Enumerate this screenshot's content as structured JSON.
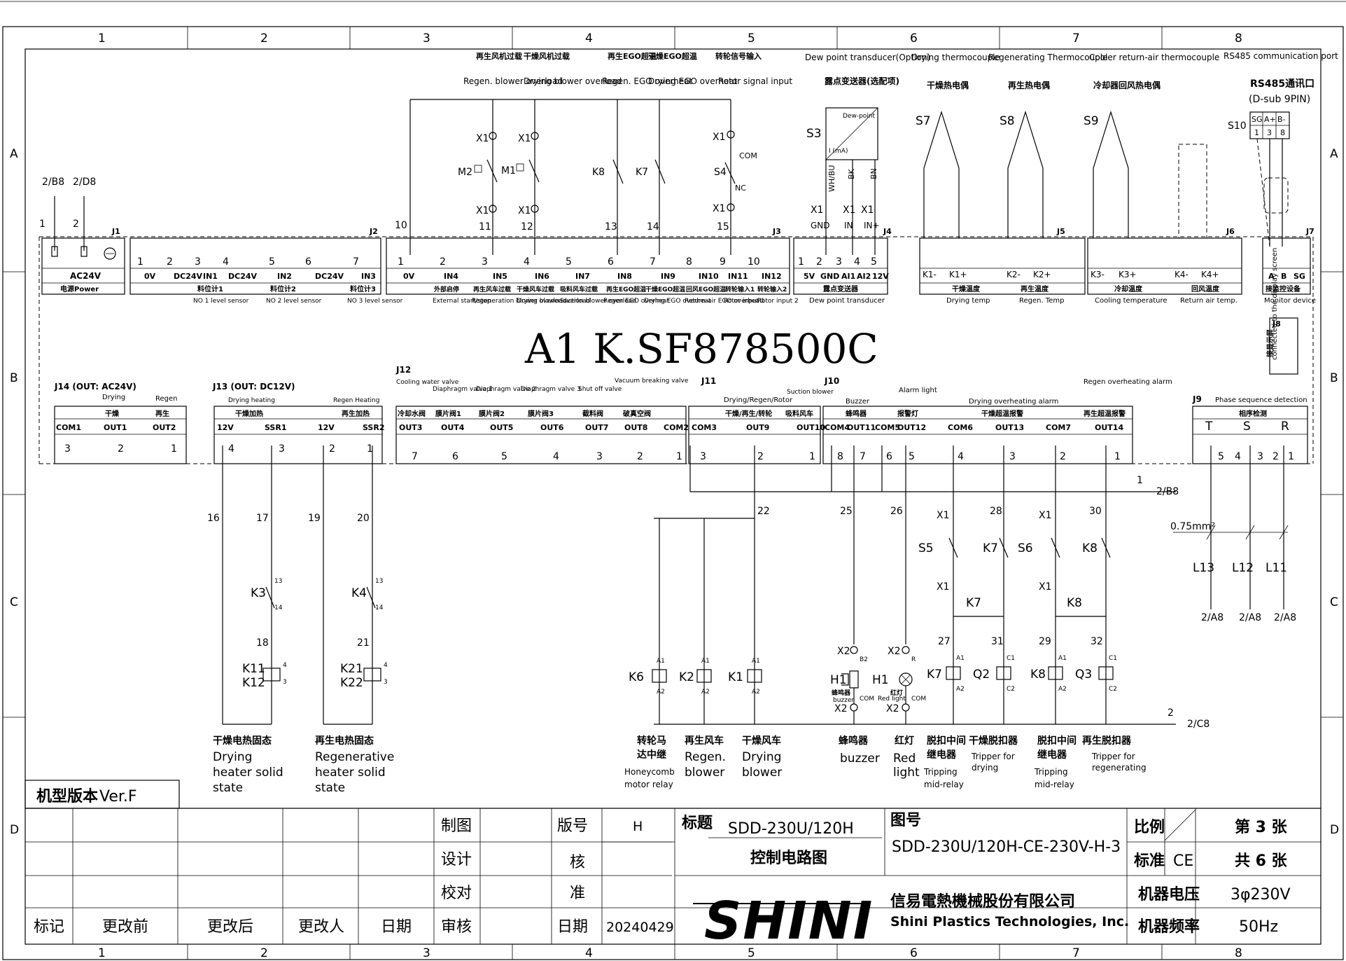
{
  "model_code": "A1 K.SF878500C",
  "grid": {
    "columns": [
      "1",
      "2",
      "3",
      "4",
      "5",
      "6",
      "7",
      "8"
    ],
    "rows": [
      "A",
      "B",
      "C",
      "D"
    ]
  },
  "power": {
    "refs": [
      "2/B8",
      "2/D8"
    ],
    "pins": [
      "1",
      "2"
    ],
    "label": "AC24V",
    "caption": "电源Power"
  },
  "j2_pins": [
    {
      "n": "1",
      "label": "0V"
    },
    {
      "n": "2",
      "label": "DC24V"
    },
    {
      "n": "3",
      "label": "IN1"
    },
    {
      "n": "4",
      "label": "DC24V"
    },
    {
      "n": "5",
      "label": "IN2"
    },
    {
      "n": "6",
      "label": "DC24V"
    },
    {
      "n": "7",
      "label": "IN3"
    }
  ],
  "j2_groups": [
    {
      "cn": "料位计1",
      "en": "NO 1 level sensor"
    },
    {
      "cn": "料位计2",
      "en": "NO 2 level sensor"
    },
    {
      "cn": "料位计3",
      "en": "NO 3 level sensor"
    }
  ],
  "j3_pins": [
    {
      "n": "1",
      "label": "0V"
    },
    {
      "n": "2",
      "label": "IN4"
    },
    {
      "n": "3",
      "label": "IN5"
    },
    {
      "n": "4",
      "label": "IN6"
    },
    {
      "n": "5",
      "label": "IN7"
    },
    {
      "n": "6",
      "label": "IN8"
    },
    {
      "n": "7",
      "label": "IN9"
    },
    {
      "n": "8",
      "label": "IN10"
    },
    {
      "n": "9",
      "label": "IN11"
    },
    {
      "n": "10",
      "label": "IN12"
    }
  ],
  "j3_groups": [
    {
      "cn": "外部启停",
      "en": "External start/stop"
    },
    {
      "cn": "再生风车过载",
      "en": "Regeneration blower overload"
    },
    {
      "cn": "干燥风车过载",
      "en": "Drying blower overload"
    },
    {
      "cn": "吸料风车过载",
      "en": "Suction blower overload"
    },
    {
      "cn": "再生EGO超温",
      "en": "Regen EGO overheat"
    },
    {
      "cn": "干燥EGO超温",
      "en": "Drying EGO overheat"
    },
    {
      "cn": "回风EGO超温",
      "en": "Return-air EGO overheat"
    },
    {
      "cn": "转轮输入1",
      "en": "Rotor input 1"
    },
    {
      "cn": "转轮输入2",
      "en": "Rotor input 2"
    }
  ],
  "top_inputs": [
    {
      "cn": "再生风机过载",
      "en": "Regen. blower overload",
      "dev": "M2",
      "wire": "11"
    },
    {
      "cn": "干燥风机过载",
      "en": "Drying blower overload",
      "dev": "M1",
      "wire": "12"
    },
    {
      "cn": "再生EGO超温",
      "en": "Regen. EGO overheat",
      "dev": "K8",
      "wire": "13"
    },
    {
      "cn": "干燥EGO超温",
      "en": "Drying EGO overheat",
      "dev": "K7",
      "wire": "14"
    },
    {
      "cn": "转轮信号输入",
      "en": "Rotor signal input",
      "dev": "S4",
      "wire": "15"
    }
  ],
  "dew": {
    "en": "Dew point transducer(Option)",
    "cn": "露点变送器(选配项)",
    "dev": "S3",
    "box_title": "Dew-point",
    "box_sub": "I (mA)",
    "pins": [
      {
        "n": "1",
        "label": "5V"
      },
      {
        "n": "2",
        "label": "GND"
      },
      {
        "n": "3",
        "label": "AI1"
      },
      {
        "n": "4",
        "label": "AI2"
      },
      {
        "n": "5",
        "label": "12V"
      }
    ],
    "wires": [
      "WH/BU",
      "BK",
      "BN"
    ],
    "terms": [
      "GND",
      "IN",
      "IN+"
    ],
    "cap_cn": "露点变送器",
    "cap_en": "Dew point transducer"
  },
  "thermo": [
    {
      "en": "Drying thermocouple",
      "cn": "干燥热电偶",
      "dev": "S7",
      "pins": [
        "K1-",
        "K1+"
      ],
      "cap_cn": "干燥温度",
      "cap_en": "Drying temp"
    },
    {
      "en": "Regenerating Thermocouple",
      "cn": "再生热电偶",
      "dev": "S8",
      "pins": [
        "K2-",
        "K2+"
      ],
      "cap_cn": "再生温度",
      "cap_en": "Regen. Temp"
    },
    {
      "en": "Cooler return-air thermocouple",
      "cn": "冷却器回风热电偶",
      "dev": "S9",
      "pins": [
        "K3-",
        "K3+"
      ],
      "cap_cn": "冷却温度",
      "cap_en": "Cooling temperature"
    }
  ],
  "return_air": {
    "pins": [
      "K4-",
      "K4+"
    ],
    "cap_cn": "回风温度",
    "cap_en": "Return air temp."
  },
  "rs485": {
    "en": "RS485 communication port",
    "cn": "RS485通讯口",
    "sub": "(D-sub 9PIN)",
    "dev": "S10",
    "pins": [
      "SG",
      "A+",
      "B-"
    ],
    "nums": [
      "1",
      "3",
      "8"
    ],
    "j7": [
      "A",
      "B",
      "SG"
    ],
    "cap_cn": "接监控设备",
    "cap_en": "Monitor device"
  },
  "connectors": [
    "J1",
    "J2",
    "J3",
    "J4",
    "J5",
    "J6",
    "J7",
    "J8",
    "J9",
    "J10",
    "J11",
    "J12",
    "J13",
    "J14"
  ],
  "j8": {
    "cn": "接显示屏",
    "en": "connected to the display screen"
  },
  "j14": {
    "title": "J14 (OUT: AC24V)",
    "heads": [
      {
        "en": "Drying",
        "cn": "干燥"
      },
      {
        "en": "Regen",
        "cn": "再生"
      }
    ],
    "pins": [
      {
        "label": "COM1",
        "n": "3"
      },
      {
        "label": "OUT1",
        "n": "2"
      },
      {
        "label": "OUT2",
        "n": "1"
      }
    ]
  },
  "j13": {
    "title": "J13 (OUT: DC12V)",
    "heads": [
      {
        "en": "Drying heating",
        "cn": "干燥加热"
      },
      {
        "en": "Regen Heating",
        "cn": "再生加热"
      }
    ],
    "pins": [
      {
        "label": "12V",
        "n": "4"
      },
      {
        "label": "SSR1",
        "n": "3"
      },
      {
        "label": "12V",
        "n": "2"
      },
      {
        "label": "SSR2",
        "n": "1"
      }
    ]
  },
  "j12": {
    "heads": [
      {
        "en": "Cooling water valve",
        "cn": "冷却水阀"
      },
      {
        "en": "Diaphragm valve 1",
        "cn": "膜片阀1"
      },
      {
        "en": "Diaphragm valve 2",
        "cn": "膜片阀2"
      },
      {
        "en": "Diaphragm valve 3",
        "cn": "膜片阀3"
      },
      {
        "en": "Shut off valve",
        "cn": "截料阀"
      },
      {
        "en": "Vacuum breaking valve",
        "cn": "破真空阀"
      }
    ],
    "pins": [
      {
        "label": "OUT3",
        "n": "7"
      },
      {
        "label": "OUT4",
        "n": "6"
      },
      {
        "label": "OUT5",
        "n": "5"
      },
      {
        "label": "OUT6",
        "n": "4"
      },
      {
        "label": "OUT7",
        "n": "3"
      },
      {
        "label": "OUT8",
        "n": "2"
      },
      {
        "label": "COM2",
        "n": "1"
      }
    ]
  },
  "j11": {
    "heads": [
      {
        "en": "Drying/Regen/Rotor",
        "cn": "干燥/再生/转轮"
      },
      {
        "en": "Suction blower",
        "cn": "吸料风车"
      }
    ],
    "pins": [
      {
        "label": "COM3",
        "n": "3"
      },
      {
        "label": "OUT9",
        "n": "2"
      },
      {
        "label": "OUT10",
        "n": "1"
      }
    ]
  },
  "j10": {
    "heads": [
      {
        "en": "Buzzer",
        "cn": "蜂鸣器"
      },
      {
        "en": "Alarm light",
        "cn": "报警灯"
      },
      {
        "en": "Drying overheating alarm",
        "cn": "干燥超温报警"
      },
      {
        "en": "Regen overheating alarm",
        "cn": "再生超温报警"
      }
    ],
    "pins": [
      {
        "label": "COM4",
        "n": "8"
      },
      {
        "label": "OUT11",
        "n": "7"
      },
      {
        "label": "COM5",
        "n": "6"
      },
      {
        "label": "OUT12",
        "n": "5"
      },
      {
        "label": "COM6",
        "n": "4"
      },
      {
        "label": "OUT13",
        "n": "3"
      },
      {
        "label": "COM7",
        "n": "2"
      },
      {
        "label": "OUT14",
        "n": "1"
      }
    ]
  },
  "j9": {
    "title": "Phase sequence detection",
    "cn": "相序检测",
    "heads": [
      "T",
      "S",
      "R"
    ],
    "nums": [
      "5",
      "4",
      "3",
      "2",
      "1"
    ],
    "wire": "0.75mm²",
    "lines": [
      "L13",
      "L12",
      "L11"
    ],
    "refs": [
      "2/A8",
      "2/A8",
      "2/A8"
    ]
  },
  "heater": {
    "wires": [
      "16",
      "17",
      "19",
      "20",
      "18",
      "21"
    ],
    "contacts": [
      "K3",
      "K4"
    ],
    "coils": [
      [
        "K11",
        "K12"
      ],
      [
        "K21",
        "K22"
      ]
    ],
    "contact_nums": [
      "13",
      "14"
    ],
    "coil_nums": [
      "4",
      "3"
    ]
  },
  "bus": {
    "top_ref": "2/B8",
    "top_num": "1",
    "bottom_ref": "2/C8",
    "bottom_num": "2",
    "wire_22": "22"
  },
  "relays": [
    {
      "dev": "K6",
      "cn": "转轮马达中继",
      "en": "Honeycomb motor relay"
    },
    {
      "dev": "K2",
      "cn": "再生风车",
      "en": "Regen. blower"
    },
    {
      "dev": "K1",
      "cn": "干燥风车",
      "en": "Drying blower"
    }
  ],
  "coil_terms": [
    "A1",
    "A2",
    "C1",
    "C2"
  ],
  "alarm_wires": [
    "25",
    "26",
    "28",
    "30",
    "27",
    "31",
    "29",
    "32"
  ],
  "alarms": [
    {
      "dev": "H1",
      "cn": "蜂鸣器",
      "en": "buzzer",
      "term": "B2",
      "small_cn": "蜂鸣器",
      "small_en": "buzzer"
    },
    {
      "dev": "H1",
      "cn": "红灯",
      "en": "Red light",
      "term": "R",
      "small_cn": "红灯",
      "small_en": "Red light"
    },
    {
      "dev": "K7",
      "cn": "脱扣中间继电器",
      "en": "Tripping mid-relay"
    },
    {
      "dev": "Q2",
      "cn": "干燥脱扣器",
      "en": "Tripper for drying"
    },
    {
      "dev": "K8",
      "cn": "脱扣中间继电器",
      "en": "Tripping mid-relay"
    },
    {
      "dev": "Q3",
      "cn": "再生脱扣器",
      "en": "Tripper for regenerating"
    }
  ],
  "alarm_contacts": [
    "S5",
    "K7",
    "S6",
    "K8"
  ],
  "aux_labels": [
    "X1",
    "X2",
    "COM",
    "NC"
  ],
  "titleblock": {
    "version_cn": "机型版本",
    "version": "Ver.F",
    "left_labels": [
      "标记",
      "更改前",
      "更改后",
      "更改人",
      "日期"
    ],
    "roles": [
      "制图",
      "设计",
      "校对",
      "审核"
    ],
    "rev_label": "版号",
    "rev": "H",
    "approve": "核准",
    "date_label": "日期",
    "date": "20240429",
    "title_label": "标题",
    "title": "SDD-230U/120H",
    "title_cn": "控制电路图",
    "drawing_label": "图号",
    "drawing_no": "SDD-230U/120H-CE-230V-H-3",
    "logo": "SHINI",
    "company_cn": "信易電熱機械股份有限公司",
    "company_en": "Shini Plastics Technologies, Inc.",
    "scale_label": "比例",
    "standard_label": "标准",
    "standard": "CE",
    "voltage_label": "机器电压",
    "voltage": "3φ230V",
    "freq_label": "机器频率",
    "freq": "50Hz",
    "sheet": "第 3 张",
    "total": "共 6 张"
  }
}
